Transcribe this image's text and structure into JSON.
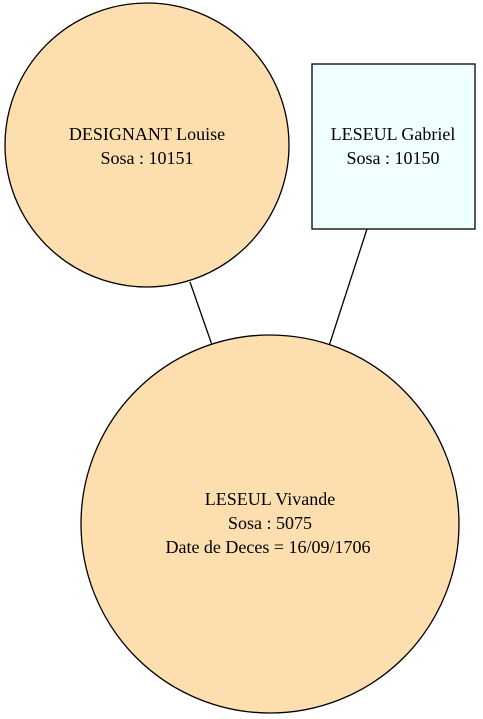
{
  "colors": {
    "female_fill": "#fddeae",
    "male_fill": "#f0ffff",
    "stroke": "#000000",
    "background": "#ffffff"
  },
  "nodes": {
    "mother": {
      "shape": "circle",
      "name": "DESIGNANT Louise",
      "sosa": "Sosa : 10151"
    },
    "father": {
      "shape": "box",
      "name": "LESEUL Gabriel",
      "sosa": "Sosa : 10150"
    },
    "child": {
      "shape": "circle",
      "name": "LESEUL Vivande",
      "sosa": "Sosa : 5075",
      "death": "Date de Deces = 16/09/1706"
    }
  },
  "edges": [
    {
      "from": "mother",
      "to": "child"
    },
    {
      "from": "father",
      "to": "child"
    }
  ]
}
